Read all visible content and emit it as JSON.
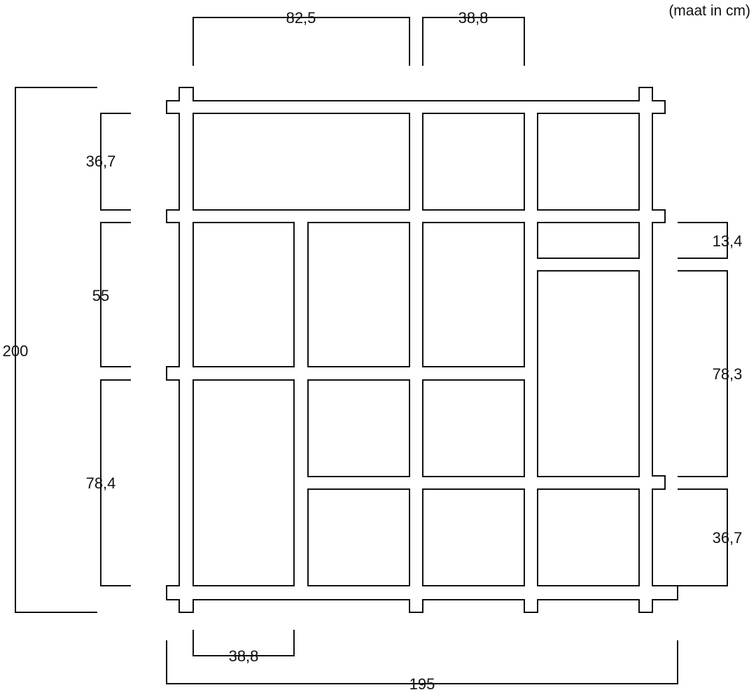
{
  "unit_note": "(maat in cm)",
  "dimensions": {
    "top_left_width": "82,5",
    "top_mid_width": "38,8",
    "bottom_small_width": "38,8",
    "total_width": "195",
    "total_height": "200",
    "left_row1_height": "36,7",
    "left_row2_height": "55",
    "left_row3_height": "78,4",
    "right_small_height": "13,4",
    "right_tall_height": "78,3",
    "right_bottom_height": "36,7"
  }
}
